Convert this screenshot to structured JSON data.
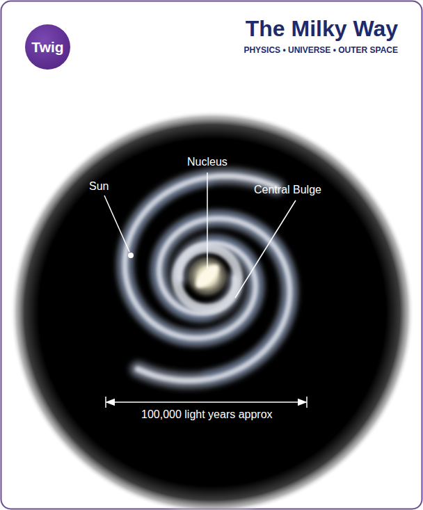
{
  "diagram": {
    "title": "The Milky Way",
    "nodes": [
      {
        "text": [
          "Twig"
        ]
      }
    ],
    "labels": [
      "PHYSICS • UNIVERSE • OUTER SPACE",
      "Sun",
      "Nucleus",
      "Central Bulge",
      "100,000 light years approx"
    ]
  }
}
